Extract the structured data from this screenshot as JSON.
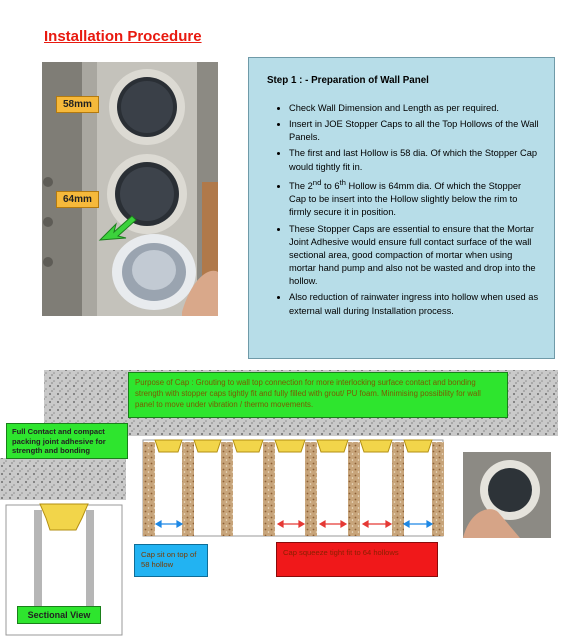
{
  "title": "Installation Procedure",
  "photo": {
    "tag_top": "58mm",
    "tag_bottom": "64mm"
  },
  "step1": {
    "heading": "Step 1 : -   Preparation of Wall Panel",
    "bullets": [
      "Check Wall Dimension and Length as per required.",
      "Insert in JOE Stopper Caps to all the Top Hollows of the Wall Panels.",
      "The first and last Hollow is 58 dia. Of which the Stopper Cap would tightly fit in.",
      "These Stopper Caps are essential to ensure that the Mortar Joint Adhesive would ensure full contact surface of the wall sectional area, good compaction of mortar when using mortar hand pump and also not be wasted and drop into the hollow.",
      "Also reduction of rainwater ingress into hollow when used as external wall during Installation process."
    ],
    "bullet3": {
      "pre": "The 2",
      "sup1": "nd",
      "mid": " to 6",
      "sup2": "th",
      "post": " Hollow is 64mm dia. Of which the Stopper Cap to be insert into the Hollow slightly below the rim to firmly secure it in position."
    }
  },
  "purpose_text": "Purpose of Cap : Grouting to wall top connection for more interlocking surface contact and bonding strength with stopper caps tightly fit and fully filled with grout/ PU foam. Minimising possibility for wall panel to move under vibration / thermo movements.",
  "full_contact_text": "Full Contact and compact packing joint adhesive for strength and bonding",
  "cap58_text": "Cap sit on top of 58 hollow",
  "cap64_text": "Cap squeeze tight fit to 64 hollows",
  "sectional_label": "Sectional View",
  "colors": {
    "title": "#e8190f",
    "callout_green": "#2ee52e",
    "callout_blue": "#22b3f2",
    "callout_red": "#f0181a",
    "step_box": "#b7dde8",
    "cap_yellow": "#f2d54a"
  }
}
